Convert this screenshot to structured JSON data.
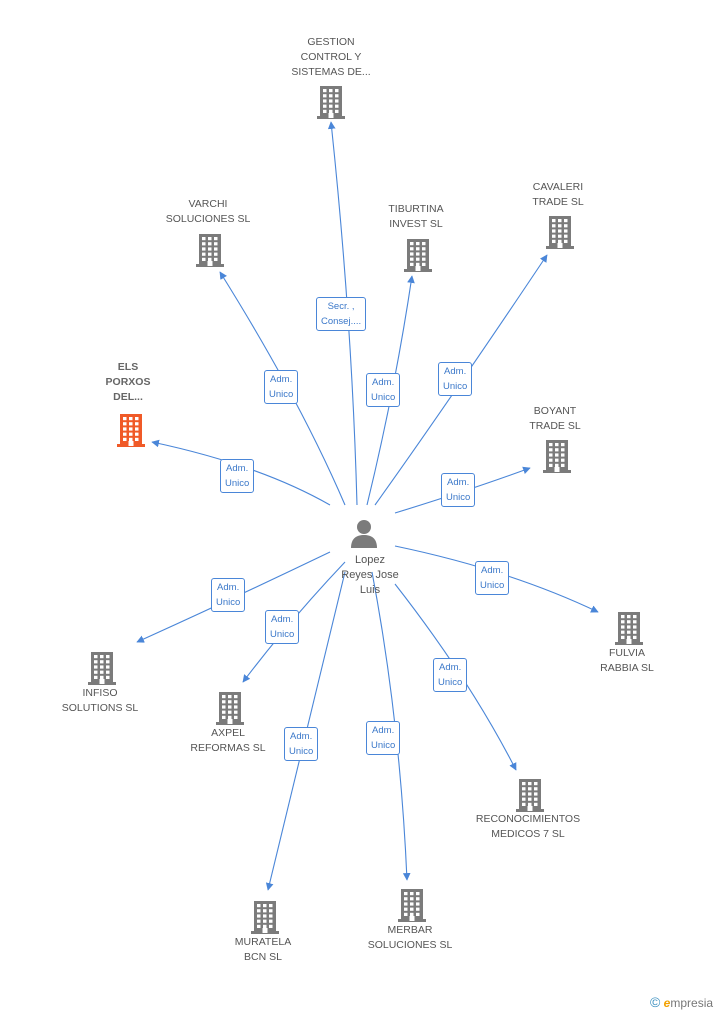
{
  "center": {
    "label": [
      "Lopez",
      "Reyes Jose",
      "Luis"
    ],
    "icon": "person-icon"
  },
  "nodes": [
    {
      "id": "gestion",
      "label": [
        "GESTION",
        "CONTROL Y",
        "SISTEMAS DE..."
      ],
      "role": [
        "Secr. ,",
        "Consej...."
      ],
      "icon": "building-icon"
    },
    {
      "id": "varchi",
      "label": [
        "VARCHI",
        "SOLUCIONES SL"
      ],
      "role": [
        "Adm.",
        "Unico"
      ],
      "icon": "building-icon"
    },
    {
      "id": "tiburtina",
      "label": [
        "TIBURTINA",
        "INVEST SL"
      ],
      "role": [
        "Adm.",
        "Unico"
      ],
      "icon": "building-icon"
    },
    {
      "id": "cavaleri",
      "label": [
        "CAVALERI",
        "TRADE SL"
      ],
      "role": [
        "Adm.",
        "Unico"
      ],
      "icon": "building-icon"
    },
    {
      "id": "els",
      "label": [
        "ELS",
        "PORXOS",
        "DEL..."
      ],
      "role": [
        "Adm.",
        "Unico"
      ],
      "icon": "building-icon",
      "highlight": true
    },
    {
      "id": "boyant",
      "label": [
        "BOYANT",
        "TRADE SL"
      ],
      "role": [
        "Adm.",
        "Unico"
      ],
      "icon": "building-icon"
    },
    {
      "id": "fulvia",
      "label": [
        "FULVIA",
        "RABBIA  SL"
      ],
      "role": [
        "Adm.",
        "Unico"
      ],
      "icon": "building-icon"
    },
    {
      "id": "infiso",
      "label": [
        "INFISO",
        "SOLUTIONS SL"
      ],
      "role": [
        "Adm.",
        "Unico"
      ],
      "icon": "building-icon"
    },
    {
      "id": "axpel",
      "label": [
        "AXPEL",
        "REFORMAS SL"
      ],
      "role": [
        "Adm.",
        "Unico"
      ],
      "icon": "building-icon"
    },
    {
      "id": "reconocimientos",
      "label": [
        "RECONOCIMIENTOS",
        "MEDICOS 7 SL"
      ],
      "role": [
        "Adm.",
        "Unico"
      ],
      "icon": "building-icon"
    },
    {
      "id": "muratela",
      "label": [
        "MURATELA",
        "BCN SL"
      ],
      "role": [
        "Adm.",
        "Unico"
      ],
      "icon": "building-icon"
    },
    {
      "id": "merbar",
      "label": [
        "MERBAR",
        "SOLUCIONES SL"
      ],
      "role": [
        "Adm.",
        "Unico"
      ],
      "icon": "building-icon"
    }
  ],
  "colors": {
    "edge": "#4a86d8",
    "building": "#7b7b7b",
    "highlight": "#f05a28",
    "person": "#7b7b7b"
  },
  "brand": {
    "copyright": "©",
    "name_initial": "e",
    "name_rest": "mpresia"
  }
}
